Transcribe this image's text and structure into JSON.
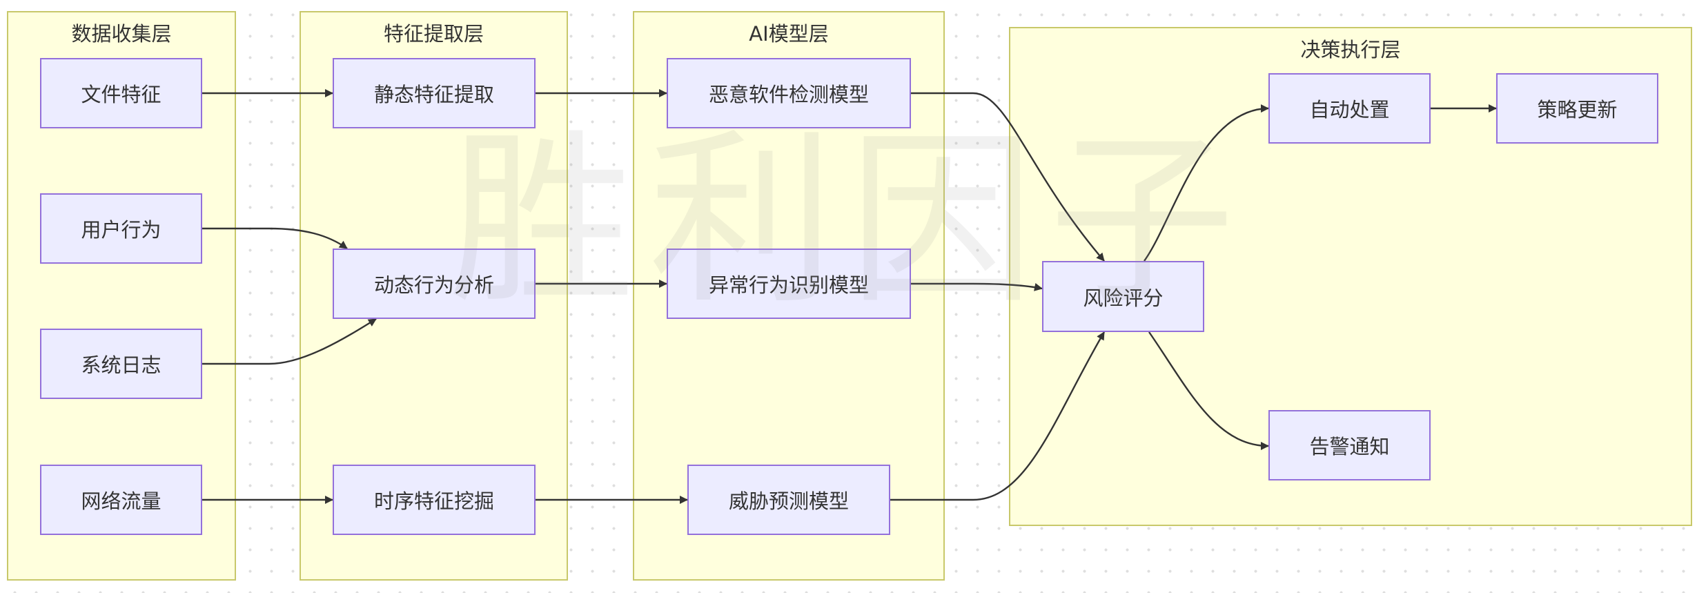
{
  "layers": {
    "collection": "数据收集层",
    "feature": "特征提取层",
    "ai": "AI模型层",
    "decision": "决策执行层"
  },
  "nodes": {
    "file_features": "文件特征",
    "user_behavior": "用户行为",
    "system_logs": "系统日志",
    "network_traffic": "网络流量",
    "static_extraction": "静态特征提取",
    "dynamic_analysis": "动态行为分析",
    "temporal_mining": "时序特征挖掘",
    "malware_model": "恶意软件检测模型",
    "anomaly_model": "异常行为识别模型",
    "threat_model": "威胁预测模型",
    "risk_score": "风险评分",
    "auto_response": "自动处置",
    "policy_update": "策略更新",
    "alert": "告警通知"
  },
  "edges": [
    [
      "file_features",
      "static_extraction"
    ],
    [
      "user_behavior",
      "dynamic_analysis"
    ],
    [
      "system_logs",
      "dynamic_analysis"
    ],
    [
      "network_traffic",
      "temporal_mining"
    ],
    [
      "static_extraction",
      "malware_model"
    ],
    [
      "dynamic_analysis",
      "anomaly_model"
    ],
    [
      "temporal_mining",
      "threat_model"
    ],
    [
      "malware_model",
      "risk_score"
    ],
    [
      "anomaly_model",
      "risk_score"
    ],
    [
      "threat_model",
      "risk_score"
    ],
    [
      "risk_score",
      "auto_response"
    ],
    [
      "risk_score",
      "alert"
    ],
    [
      "auto_response",
      "policy_update"
    ]
  ],
  "watermark": "胜利因子",
  "colors": {
    "layer_fill": "#ffffdd",
    "layer_border": "#c8c86a",
    "node_fill": "#ececff",
    "node_border": "#9370db",
    "edge": "#333333"
  }
}
